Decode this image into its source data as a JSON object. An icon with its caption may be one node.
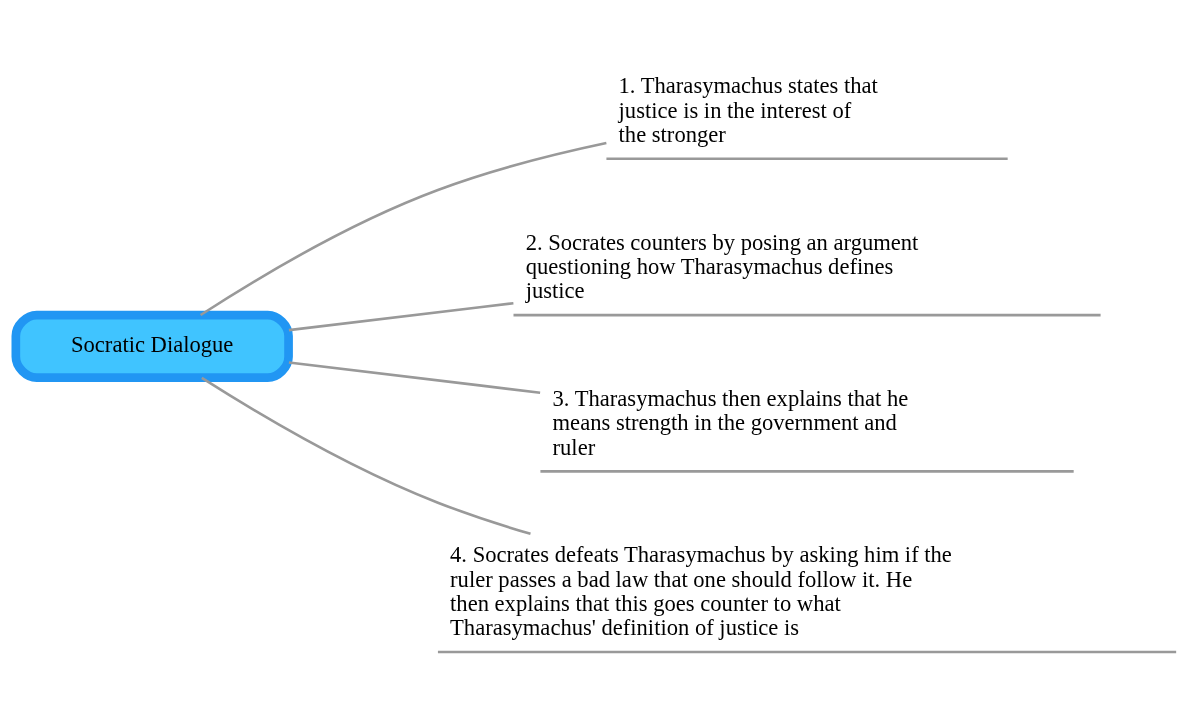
{
  "diagram": {
    "nodes": [
      {
        "text": [
          "Socratic Dialogue"
        ]
      },
      {
        "text": [
          "1. Tharasymachus states that justice is in the interest of the stronger"
        ]
      },
      {
        "text": [
          "2. Socrates counters by posing an argument questioning how Tharasymachus defines justice"
        ]
      },
      {
        "text": [
          "3. Tharasymachus then explains that he means strength in the government and ruler"
        ]
      },
      {
        "text": [
          "4. Socrates defeats Tharasymachus by asking him if the ruler passes a bad law that one should follow it. He then explains that this goes counter to what Tharasymachus' definition of justice is"
        ]
      }
    ],
    "edges": [
      {
        "from": 0,
        "to": 1,
        "arrow": "none"
      },
      {
        "from": 0,
        "to": 2,
        "arrow": "none"
      },
      {
        "from": 0,
        "to": 3,
        "arrow": "none"
      },
      {
        "from": 0,
        "to": 4,
        "arrow": "none"
      }
    ]
  }
}
